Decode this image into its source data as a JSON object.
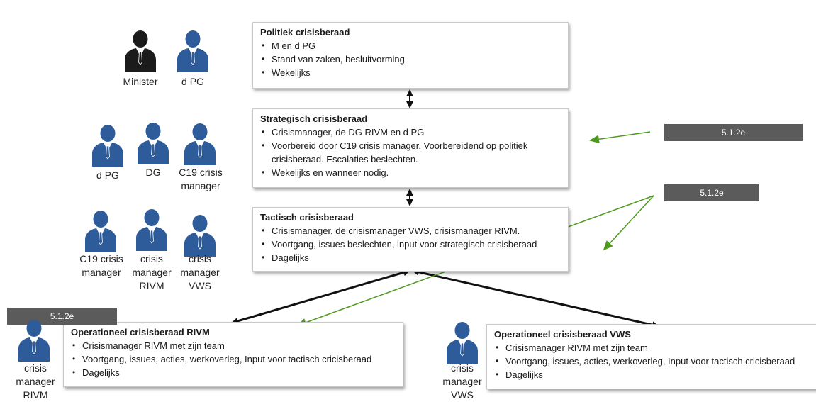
{
  "boxes": {
    "politiek": {
      "title": "Politiek crisisberaad",
      "items": [
        "M en d PG",
        "Stand van zaken, besluitvorming",
        "Wekelijks"
      ]
    },
    "strategisch": {
      "title": "Strategisch crisisberaad",
      "items": [
        "Crisismanager, de DG RIVM en d PG",
        "Voorbereid door C19 crisis manager. Voorbereidend op politiek crisisberaad. Escalaties beslechten.",
        "Wekelijks en wanneer nodig."
      ]
    },
    "tactisch": {
      "title": "Tactisch crisisberaad",
      "items": [
        "Crisismanager, de crisismanager VWS, crisismanager RIVM.",
        "Voortgang, issues beslechten, input voor strategisch crisisberaad",
        "Dagelijks"
      ]
    },
    "oper_rivm": {
      "title": "Operationeel crisisberaad RIVM",
      "items": [
        "Crisismanager RIVM met zijn team",
        "Voortgang, issues, acties, werkoverleg, Input voor  tactisch cricisberaad",
        "Dagelijks"
      ]
    },
    "oper_vws": {
      "title": "Operationeel crisisberaad VWS",
      "items": [
        "Crisismanager RIVM met zijn team",
        "Voortgang, issues, acties, werkoverleg, Input voor  tactisch cricisberaad",
        "Dagelijks"
      ]
    }
  },
  "people": {
    "minister": "Minister",
    "dpg_top": "d PG",
    "dpg_mid": "d PG",
    "dg": "DG",
    "c19_mid": "C19 crisis\nmanager",
    "c19_low": "C19 crisis\nmanager",
    "cm_rivm_low": "crisis\nmanager\nRIVM",
    "cm_vws_low": "crisis\nmanager\nVWS",
    "cm_rivm_bottom": "crisis\nmanager\nRIVM",
    "cm_vws_bottom": "crisis\nmanager\nVWS"
  },
  "redactions": {
    "r1": "5.1.2e",
    "r2": "5.1.2e",
    "r3": "5.1.2e"
  },
  "colors": {
    "person_blue": "#2e5b9a",
    "person_black": "#1b1b1b",
    "arrow_black": "#111111",
    "arrow_green": "#4e9a1e",
    "redaction_gray": "#5b5b5b"
  }
}
